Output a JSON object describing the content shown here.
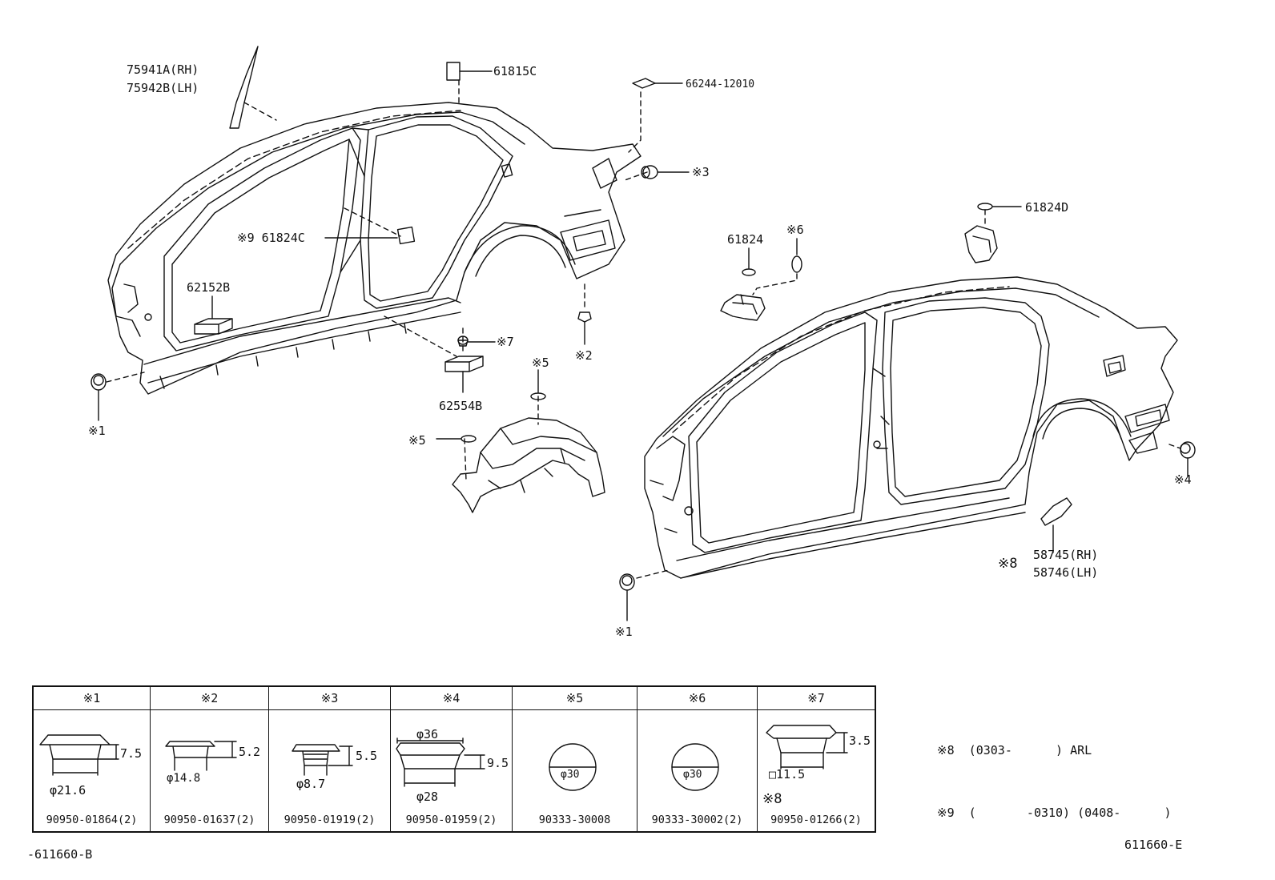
{
  "callouts": {
    "c75941a": "75941A(RH)",
    "c75942b": "75942B(LH)",
    "c61815c": "61815C",
    "c66244": "66244-12010",
    "ref3": "※3",
    "c61824c": "※9 61824C",
    "c62152b": "62152B",
    "ref7": "※7",
    "ref2": "※2",
    "c62554b": "62554B",
    "ref5a": "※5",
    "ref5b": "※5",
    "ref1a": "※1",
    "ref1b": "※1",
    "c61824": "61824",
    "ref6": "※6",
    "c61824d": "61824D",
    "ref4": "※4",
    "ref8": "※8",
    "c58745": "58745(RH)",
    "c58746": "58746(LH)"
  },
  "table": {
    "columns": [
      {
        "head": "※1",
        "part": "90950-01864(2)",
        "dims": [
          "7.5",
          "φ21.6"
        ]
      },
      {
        "head": "※2",
        "part": "90950-01637(2)",
        "dims": [
          "5.2",
          "φ14.8"
        ]
      },
      {
        "head": "※3",
        "part": "90950-01919(2)",
        "dims": [
          "5.5",
          "φ8.7"
        ]
      },
      {
        "head": "※4",
        "part": "90950-01959(2)",
        "dims": [
          "φ36",
          "9.5",
          "φ28"
        ]
      },
      {
        "head": "※5",
        "part": "90333-30008",
        "dims": [
          "φ30"
        ]
      },
      {
        "head": "※6",
        "part": "90333-30002(2)",
        "dims": [
          "φ30"
        ]
      },
      {
        "head": "※7",
        "part": "90950-01266(2)",
        "dims": [
          "3.5",
          "□11.5",
          "※8"
        ]
      }
    ]
  },
  "notes": {
    "n8": "※8  (0303-      ) ARL",
    "n9": "※9  (       -0310) (0408-      )"
  },
  "footer": {
    "left": "-611660-B",
    "right": "611660-E"
  }
}
